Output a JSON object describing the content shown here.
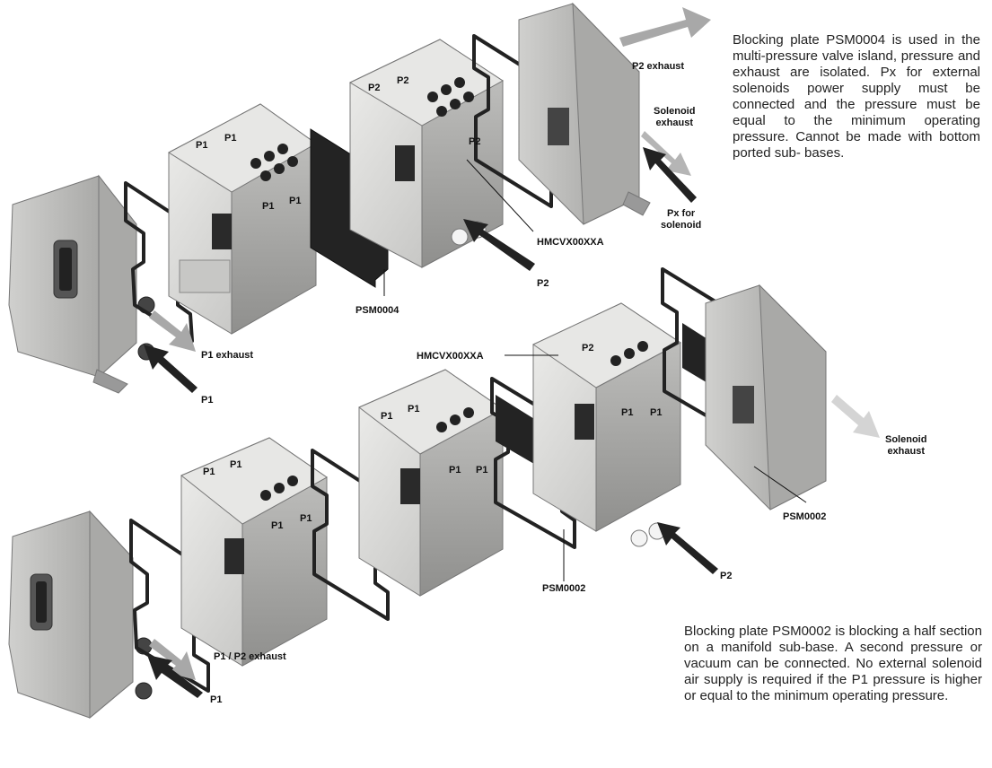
{
  "descriptions": {
    "top": "Blocking plate PSM0004 is used in the multi-pressure valve island, pressure and exhaust are isolated. Px for external solenoids power supply must be connected and the pressure must be equal to the minimum operating pressure. Cannot be made with bottom ported sub- bases.",
    "bottom": "Blocking plate PSM0002 is blocking a half section on a manifold sub-base. A second pressure or vacuum can be connected. No external solenoid air supply is required if the P1 pressure is higher or equal to the minimum operating pressure."
  },
  "labels": {
    "top": {
      "p2_exhaust": "P2 exhaust",
      "solenoid_exhaust_1": "Solenoid",
      "solenoid_exhaust_2": "exhaust",
      "px_1": "Px for",
      "px_2": "solenoid",
      "hmcvx": "HMCVX00XXA",
      "p2": "P2",
      "psm0004": "PSM0004",
      "p1_exhaust": "P1 exhaust",
      "p1": "P1"
    },
    "bottom": {
      "hmcvx": "HMCVX00XXA",
      "solenoid_exhaust_1": "Solenoid",
      "solenoid_exhaust_2": "exhaust",
      "psm0002_right": "PSM0002",
      "psm0002_mid": "PSM0002",
      "p2": "P2",
      "p1_p2_exhaust": "P1 / P2 exhaust",
      "p1": "P1"
    },
    "valve_marks": {
      "p1": "P1",
      "p2": "P2"
    }
  },
  "colors": {
    "body": "#d9d9d7",
    "body_dark": "#b8b8b6",
    "body_shadow": "#8f8f8d",
    "metal": "#cfcfcd",
    "gasket": "#1e1e1e",
    "arrow_light": "#a8a8a8",
    "arrow_dark": "#222222",
    "arrow_faint": "#d4d4d4"
  }
}
